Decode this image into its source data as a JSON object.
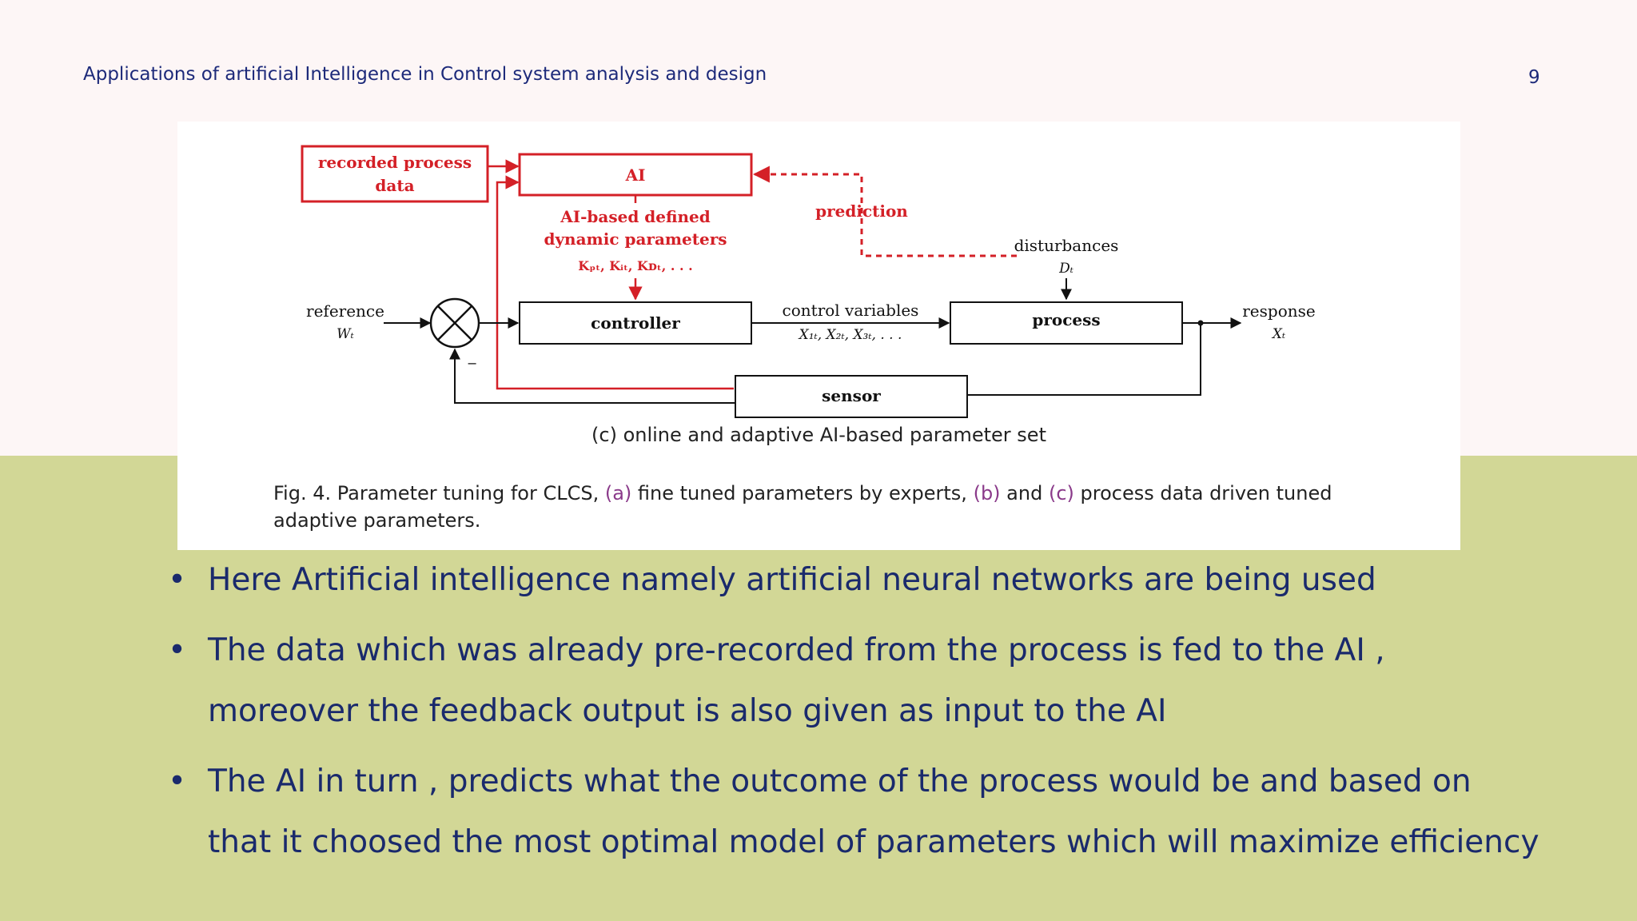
{
  "colors": {
    "top_background": "#fdf6f6",
    "bottom_background": "#d2d796",
    "diagram_red": "#d42027",
    "text_navy": "#1d2a7a"
  },
  "header": {
    "title": "Applications of artificial Intelligence in Control system analysis and design",
    "page_number": "9"
  },
  "diagram": {
    "recorded_process": "recorded process",
    "recorded_data": "data",
    "ai": "AI",
    "prediction": "prediction",
    "ai_based_line1": "AI-based defined",
    "ai_based_line2": "dynamic parameters",
    "params": "Kₚₜ, Kᵢₜ, Kᴅₜ, . . .",
    "disturbances": "disturbances",
    "disturbance_symbol": "Dₜ",
    "reference": "reference",
    "reference_symbol": "Wₜ",
    "minus_sign": "−",
    "controller": "controller",
    "control_variables": "control variables",
    "control_symbols": "X₁ₜ, X₂ₜ, X₃ₜ, . . .",
    "process": "process",
    "response": "response",
    "response_symbol": "Xₜ",
    "sensor": "sensor",
    "subcaption": "(c) online and adaptive AI-based parameter set",
    "caption_prefix": "Fig. 4.  Parameter tuning for CLCS, ",
    "caption_a": "(a)",
    "caption_mid1": " fine tuned parameters by experts, ",
    "caption_b": "(b)",
    "caption_mid2": " and ",
    "caption_c": "(c)",
    "caption_suffix": " process data driven tuned adaptive parameters."
  },
  "bullets": [
    "Here Artificial intelligence namely artificial neural networks are being used",
    "The data which was already pre-recorded from the process is fed to the AI , moreover the feedback output is also given as input to the AI",
    "The AI in turn , predicts what the outcome of the process would be and based on that it choosed the most optimal model of parameters which will maximize efficiency"
  ]
}
